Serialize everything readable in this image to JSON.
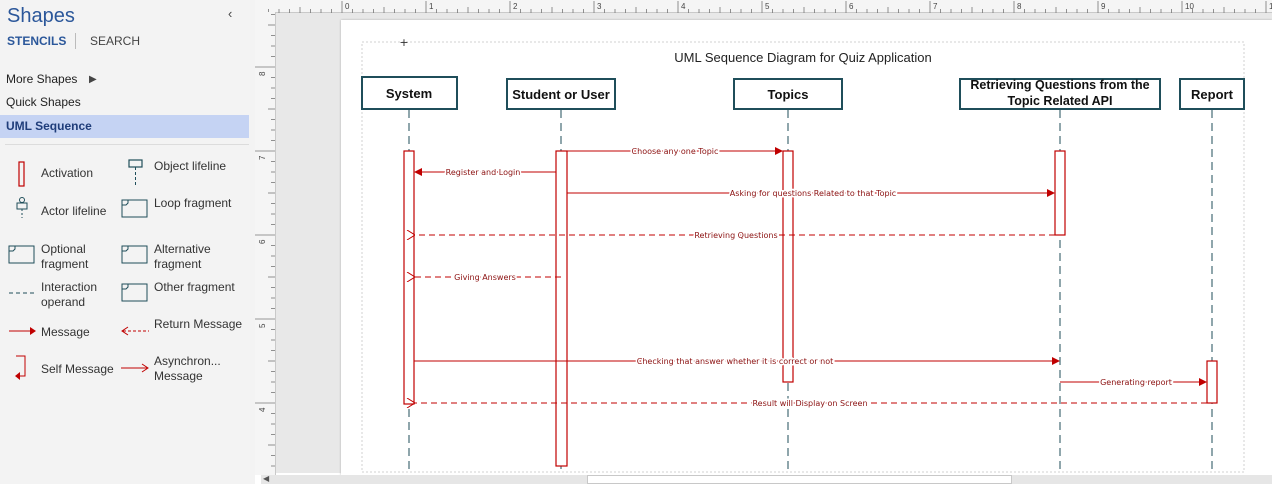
{
  "panel": {
    "title": "Shapes",
    "tabs": {
      "stencils": "STENCILS",
      "search": "SEARCH"
    },
    "menu": [
      {
        "label": "More Shapes"
      },
      {
        "label": "Quick Shapes"
      },
      {
        "label": "UML Sequence"
      }
    ],
    "shapes": [
      {
        "label": "Activation",
        "icon": "activation-icon"
      },
      {
        "label": "Object lifeline",
        "icon": "object-lifeline-icon"
      },
      {
        "label": "Actor lifeline",
        "icon": "actor-lifeline-icon"
      },
      {
        "label": "Loop fragment",
        "icon": "fragment-icon"
      },
      {
        "label": "Optional fragment",
        "icon": "fragment-icon"
      },
      {
        "label": "Alternative fragment",
        "icon": "fragment-icon"
      },
      {
        "label": "Interaction operand",
        "icon": "dashed-line-icon"
      },
      {
        "label": "Other fragment",
        "icon": "fragment-icon"
      },
      {
        "label": "Message",
        "icon": "message-arrow-icon"
      },
      {
        "label": "Return Message",
        "icon": "return-arrow-icon"
      },
      {
        "label": "Self Message",
        "icon": "self-message-icon"
      },
      {
        "label": "Asynchron... Message",
        "icon": "async-arrow-icon"
      }
    ]
  },
  "ruler": {
    "top_numbers": [
      "0",
      "1",
      "2",
      "3",
      "4",
      "5",
      "6",
      "7",
      "8",
      "9",
      "10",
      "1"
    ],
    "left_numbers": [
      "8",
      "7",
      "6",
      "5",
      "4"
    ]
  },
  "diagram": {
    "title": "UML Sequence Diagram for Quiz Application",
    "lifelines": [
      "System",
      "Student or User",
      "Topics",
      "Retrieving Questions from the Topic Related API",
      "Report"
    ],
    "messages": [
      "Choose any one Topic",
      "Register and Login",
      "Asking for questions Related to that Topic",
      "Retrieving Questions",
      "Giving Answers",
      "Checking that answer whether it is correct or not",
      "Generating report",
      "Result will Display on Screen"
    ]
  },
  "colors": {
    "accent": "#2b579a",
    "selected": "#c5d3f3",
    "message": "#c00000",
    "lifeline": "#1f4e5a"
  }
}
